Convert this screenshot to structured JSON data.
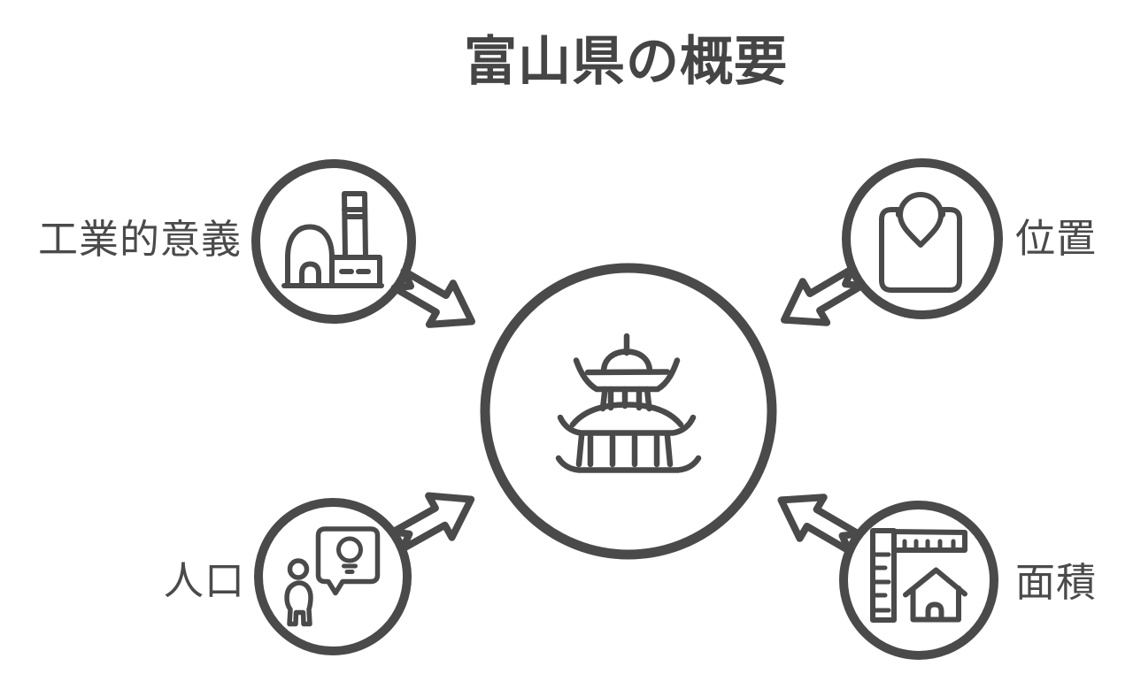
{
  "title": "富山県の概要",
  "colors": {
    "stroke": "#4a4a4a",
    "text": "#454545",
    "background": "#ffffff"
  },
  "center_node": {
    "icon": "pagoda-castle-icon"
  },
  "nodes": [
    {
      "label": "工業的意義",
      "icon": "factory-icon",
      "position": "top-left"
    },
    {
      "label": "位置",
      "icon": "map-pin-icon",
      "position": "top-right"
    },
    {
      "label": "人口",
      "icon": "person-idea-bubble-icon",
      "position": "bottom-left"
    },
    {
      "label": "面積",
      "icon": "ruler-house-icon",
      "position": "bottom-right"
    }
  ]
}
